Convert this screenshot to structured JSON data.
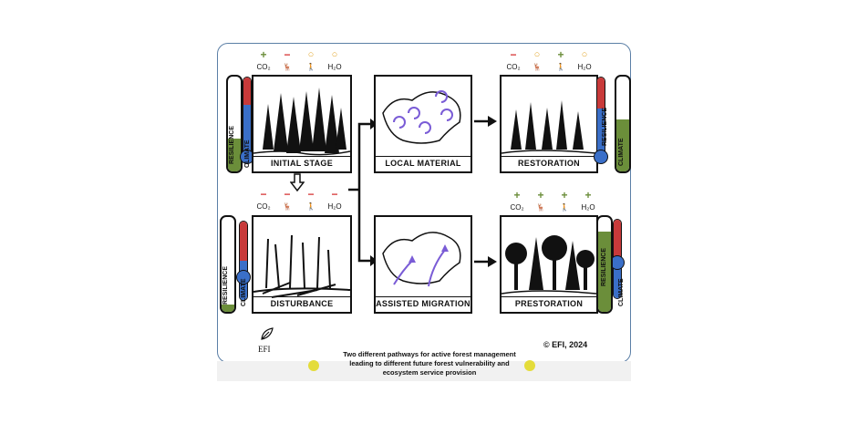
{
  "panels": {
    "initial": "INITIAL STAGE",
    "disturbance": "DISTURBANCE",
    "local": "LOCAL MATERIAL",
    "assisted": "ASSISTED MIGRATION",
    "restoration": "RESTORATION",
    "prestoration": "PRESTORATION"
  },
  "gauge_labels": {
    "resilience": "RESILIENCE",
    "climate": "CLIMATE"
  },
  "service_icons": [
    "CO₂",
    "deer-icon",
    "hiker-icon",
    "H₂O"
  ],
  "co2_label": "CO₂",
  "h2o_label": "H₂O",
  "indicators": {
    "initial": [
      "+",
      "−",
      "○",
      "○"
    ],
    "disturbance": [
      "−",
      "−",
      "−",
      "−"
    ],
    "restoration": [
      "−",
      "○",
      "+",
      "○"
    ],
    "prestoration": [
      "+",
      "+",
      "+",
      "+"
    ]
  },
  "resilience_levels": {
    "initial": 0.35,
    "disturbance": 0.08,
    "restoration": 0.55,
    "prestoration": 0.85
  },
  "colors": {
    "plus": "#6b8e3a",
    "minus": "#d83a3a",
    "neutral": "#e3a72f",
    "arrow_purple": "#7a5cd6",
    "frame": "#5b7fa6"
  },
  "logo": "EFI",
  "copyright": "© EFI, 2024",
  "caption": [
    "Two different pathways for active forest management",
    "leading to different future forest vulnerability and",
    "ecosystem service provision"
  ]
}
